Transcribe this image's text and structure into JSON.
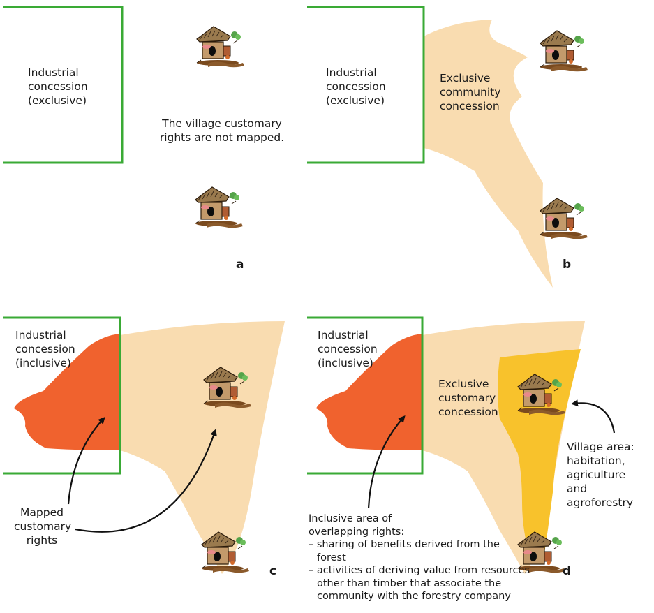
{
  "colors": {
    "concession_border": "#3aaa35",
    "community_area": "#f9dcb0",
    "mapped_rights": "#f0622e",
    "village_area": "#f8c22c",
    "arrow": "#111111"
  },
  "icons": [
    "village-hut-icon"
  ],
  "panels": {
    "a": {
      "letter": "a",
      "industrial_line1": "Industrial",
      "industrial_line2": "concession",
      "industrial_line3": "(exclusive)",
      "note_line1": "The village customary",
      "note_line2": "rights are not mapped."
    },
    "b": {
      "letter": "b",
      "industrial_line1": "Industrial",
      "industrial_line2": "concession",
      "industrial_line3": "(exclusive)",
      "community_line1": "Exclusive",
      "community_line2": "community",
      "community_line3": "concession"
    },
    "c": {
      "letter": "c",
      "industrial_line1": "Industrial",
      "industrial_line2": "concession",
      "industrial_line3": "(inclusive)",
      "mapped_line1": "Mapped",
      "mapped_line2": "customary",
      "mapped_line3": "rights"
    },
    "d": {
      "letter": "d",
      "industrial_line1": "Industrial",
      "industrial_line2": "concession",
      "industrial_line3": "(inclusive)",
      "customary_line1": "Exclusive",
      "customary_line2": "customary",
      "customary_line3": "concession",
      "village_line1": "Village area:",
      "village_line2": "habitation,",
      "village_line3": "agriculture",
      "village_line4": "and agroforestry",
      "overlap_line1": "Inclusive area of",
      "overlap_line2": "overlapping rights:",
      "bullet1": "– sharing of benefits derived from the forest",
      "bullet2": "– activities of deriving value from resources other than timber that associate the community with the forestry company"
    }
  }
}
